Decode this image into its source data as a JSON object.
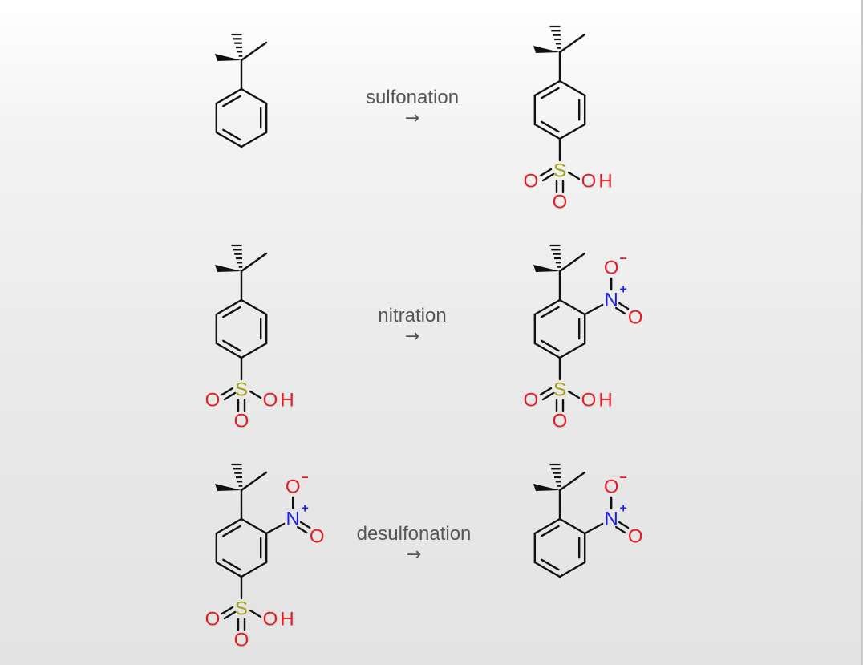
{
  "colors": {
    "bond": "#111111",
    "O": "#e8191f",
    "N": "#1d1df0",
    "S": "#a2a21a",
    "H": "#e8191f",
    "label": "#555555"
  },
  "atoms": {
    "O": "O",
    "S": "S",
    "N": "N",
    "H": "H",
    "plus": "+",
    "minus": "−"
  },
  "reactions": [
    {
      "label": "sulfonation",
      "arrow": "→"
    },
    {
      "label": "nitration",
      "arrow": "→"
    },
    {
      "label": "desulfonation",
      "arrow": "→"
    }
  ]
}
